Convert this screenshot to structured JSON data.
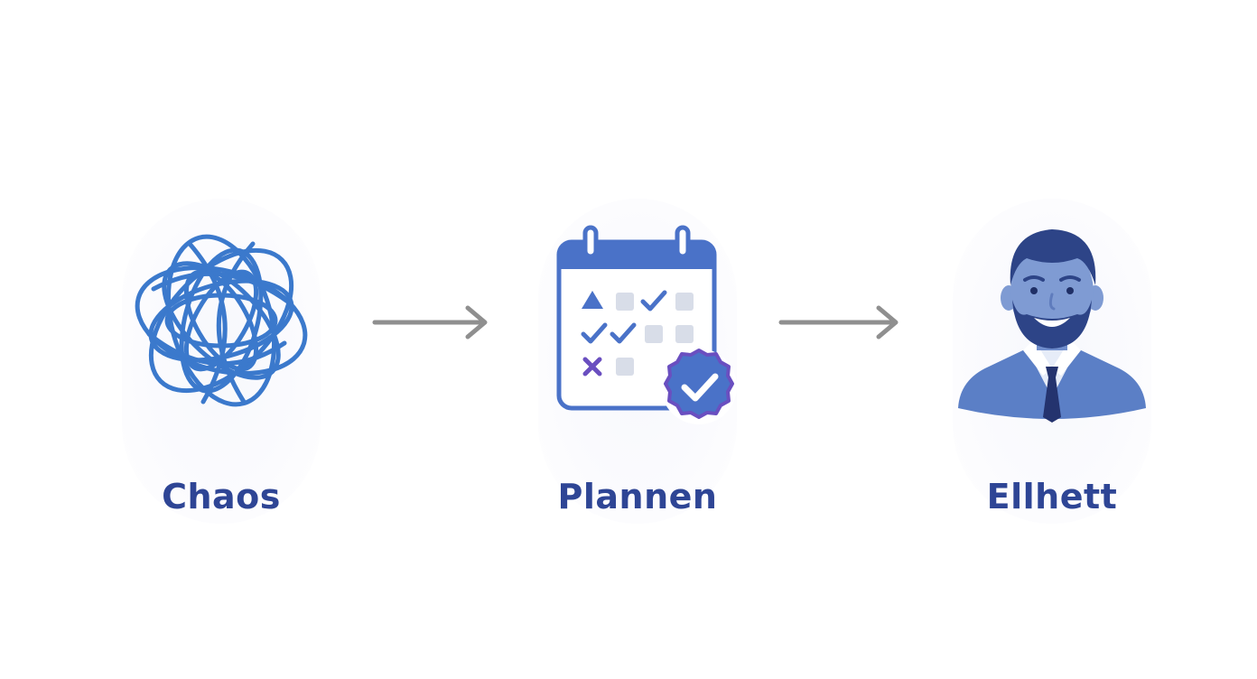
{
  "colors": {
    "label": "#2e4595",
    "chaos_blue": "#3b79cc",
    "calendar_blue": "#4a72c8",
    "badge_purple": "#5a48b8",
    "arrow_gray": "#8f8f8f",
    "person_suit": "#5b7fc6",
    "person_skin": "#7f9bd3",
    "person_hair": "#2d4487"
  },
  "steps": [
    {
      "icon": "tangled-knot-icon",
      "label": "Chaos"
    },
    {
      "icon": "calendar-checklist-icon",
      "label": "Plannen"
    },
    {
      "icon": "smiling-person-icon",
      "label": "Ellhett"
    }
  ],
  "connectors": [
    {
      "icon": "arrow-right-icon"
    },
    {
      "icon": "arrow-right-icon"
    }
  ]
}
